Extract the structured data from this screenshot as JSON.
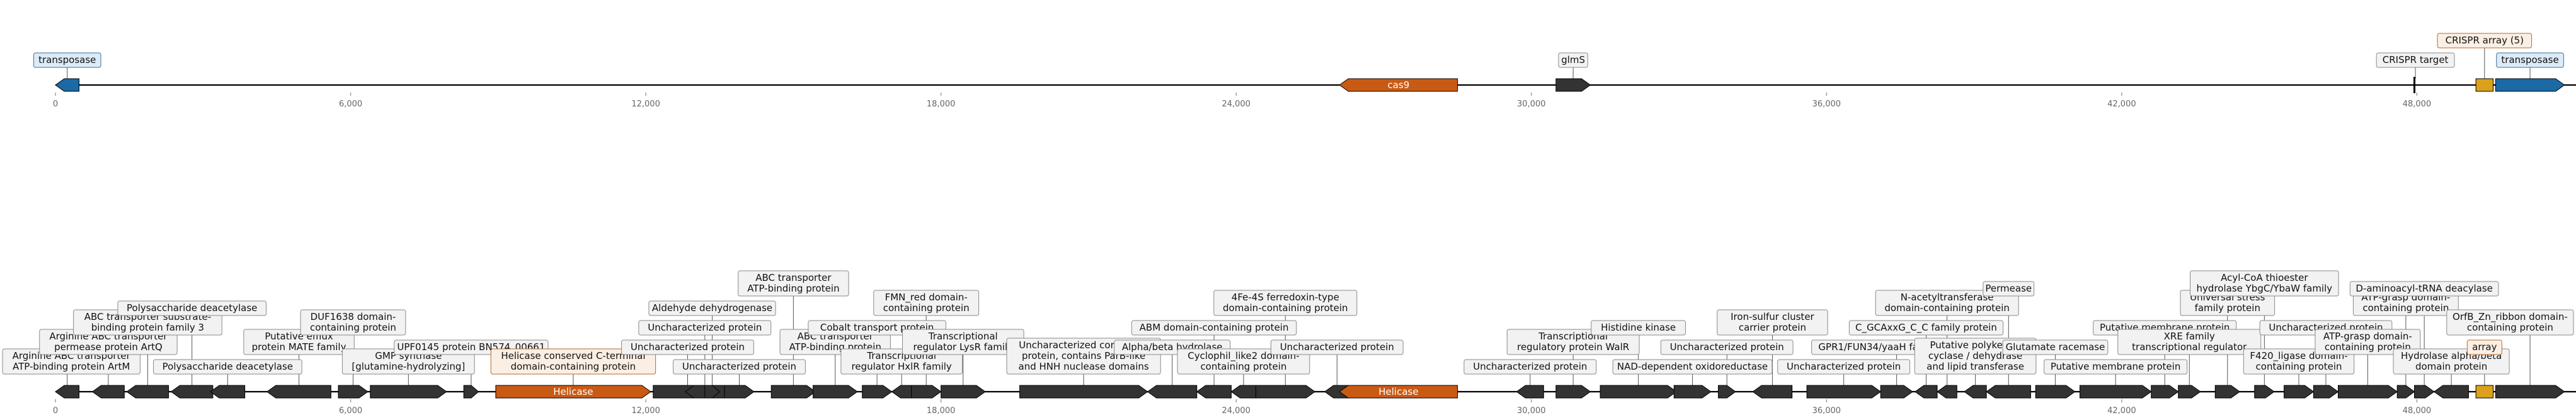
{
  "chart_data": {
    "type": "diagram",
    "axis": {
      "min": 0,
      "max": 51900,
      "ticks": [
        0,
        6000,
        12000,
        18000,
        24000,
        30000,
        36000,
        42000,
        48000
      ]
    },
    "colors": {
      "dark": "#333333",
      "orange": "#c95a14",
      "blue": "#1b6aa5",
      "gold": "#dba11c",
      "tick": "#888888"
    },
    "tracks": [
      {
        "features": [
          {
            "start": 0,
            "end": 480,
            "strand": -1,
            "color": "blue",
            "label": "transposase",
            "box": "blue"
          },
          {
            "start": 26100,
            "end": 28500,
            "strand": -1,
            "color": "orange",
            "inner": "cas9"
          },
          {
            "start": 30500,
            "end": 31200,
            "strand": 1,
            "color": "dark",
            "label": "glmS"
          },
          {
            "start": 47950,
            "end": 47990,
            "strand": 0,
            "color": "dark",
            "kind": "mark",
            "label": "CRISPR target"
          },
          {
            "start": 49200,
            "end": 49550,
            "strand": 0,
            "color": "gold",
            "kind": "block",
            "label": "CRISPR array (5)",
            "box": "orange"
          },
          {
            "start": 49600,
            "end": 51000,
            "strand": 1,
            "color": "blue",
            "label": "transposase",
            "box": "blue"
          }
        ]
      },
      {
        "features": [
          {
            "start": 0,
            "end": 480,
            "strand": -1,
            "color": "dark",
            "label": "Arginine ABC transporter\nATP-binding protein ArtM"
          },
          {
            "start": 750,
            "end": 1400,
            "strand": -1,
            "color": "dark",
            "label": "Arginine ABC transporter\npermease protein ArtQ"
          },
          {
            "start": 1450,
            "end": 2300,
            "strand": -1,
            "color": "dark",
            "label": "ABC transporter substrate-\nbinding protein family 3"
          },
          {
            "start": 2350,
            "end": 3200,
            "strand": -1,
            "color": "dark",
            "label": "Polysaccharide deacetylase"
          },
          {
            "start": 3150,
            "end": 3850,
            "strand": -1,
            "color": "dark",
            "label": "Polysaccharide deacetylase"
          },
          {
            "start": 4300,
            "end": 5600,
            "strand": -1,
            "color": "dark",
            "label": "Putative efflux\nprotein MATE family"
          },
          {
            "start": 5750,
            "end": 6350,
            "strand": 1,
            "color": "dark",
            "label": "DUF1638 domain-\ncontaining protein"
          },
          {
            "start": 6400,
            "end": 7950,
            "strand": 1,
            "color": "dark",
            "label": "GMP synthase\n[glutamine-hydrolyzing]"
          },
          {
            "start": 8300,
            "end": 8600,
            "strand": 1,
            "color": "dark",
            "label": "UPF0145 protein BN574_00661"
          },
          {
            "start": 8950,
            "end": 12100,
            "strand": 1,
            "color": "orange",
            "inner": "Helicase",
            "label": "Helicase conserved C-terminal\ndomain-containing protein",
            "box": "orange"
          },
          {
            "start": 12150,
            "end": 13550,
            "strand": 1,
            "color": "dark",
            "label": "Uncharacterized protein"
          },
          {
            "start": 12800,
            "end": 13600,
            "strand": -1,
            "color": "dark",
            "label": "Uncharacterized protein"
          },
          {
            "start": 13600,
            "end": 14200,
            "strand": 1,
            "color": "dark",
            "label": "Uncharacterized protein"
          },
          {
            "start": 13200,
            "end": 13500,
            "strand": 1,
            "color": "dark",
            "label": "Aldehyde dehydrogenase"
          },
          {
            "start": 14550,
            "end": 15450,
            "strand": 1,
            "color": "dark",
            "label": "ABC transporter\nATP-binding protein"
          },
          {
            "start": 15400,
            "end": 16300,
            "strand": 1,
            "color": "dark",
            "label": "ABC transporter\nATP-binding protein"
          },
          {
            "start": 16400,
            "end": 17000,
            "strand": 1,
            "color": "dark",
            "label": "Cobalt transport protein"
          },
          {
            "start": 17000,
            "end": 17400,
            "strand": -1,
            "color": "dark",
            "label": "Transcriptional\nregulator HxlR family"
          },
          {
            "start": 17400,
            "end": 18000,
            "strand": 1,
            "color": "dark",
            "label": "FMN_red domain-\ncontaining protein"
          },
          {
            "start": 18000,
            "end": 18900,
            "strand": 1,
            "color": "dark",
            "label": "Transcriptional\nregulator LysR family"
          },
          {
            "start": 19600,
            "end": 22200,
            "strand": 1,
            "color": "dark",
            "label": "Uncharacterized conserved\nprotein, contains ParB-like\nand HNH nuclease domains"
          },
          {
            "start": 22200,
            "end": 23200,
            "strand": -1,
            "color": "dark",
            "label": "Alpha/beta hydrolase"
          },
          {
            "start": 23200,
            "end": 23900,
            "strand": -1,
            "color": "dark",
            "label": "ABM domain-containing protein"
          },
          {
            "start": 23900,
            "end": 24400,
            "strand": -1,
            "color": "dark",
            "label": "Cyclophil_like2 domain-\ncontaining protein"
          },
          {
            "start": 24400,
            "end": 25600,
            "strand": 1,
            "color": "dark",
            "label": "4Fe-4S ferredoxin-type\ndomain-containing protein"
          },
          {
            "start": 25800,
            "end": 26300,
            "strand": -1,
            "color": "dark",
            "label": "Uncharacterized protein"
          },
          {
            "start": 26100,
            "end": 28500,
            "strand": -1,
            "color": "orange",
            "inner": "Helicase"
          },
          {
            "start": 29700,
            "end": 30250,
            "strand": -1,
            "color": "dark",
            "label": "Uncharacterized protein"
          },
          {
            "start": 30500,
            "end": 31200,
            "strand": 1,
            "color": "dark",
            "label": "Transcriptional\nregulatory protein WalR"
          },
          {
            "start": 31400,
            "end": 32950,
            "strand": 1,
            "color": "dark",
            "label": "Histidine kinase"
          },
          {
            "start": 32900,
            "end": 33650,
            "strand": 1,
            "color": "dark",
            "label": "NAD-dependent oxidoreductase"
          },
          {
            "start": 33800,
            "end": 34150,
            "strand": 1,
            "color": "dark",
            "label": "Uncharacterized protein"
          },
          {
            "start": 34500,
            "end": 35300,
            "strand": -1,
            "color": "dark",
            "label": "Iron-sulfur cluster\ncarrier protein"
          },
          {
            "start": 35600,
            "end": 37100,
            "strand": 1,
            "color": "dark",
            "label": "Uncharacterized protein"
          },
          {
            "start": 37100,
            "end": 37750,
            "strand": 1,
            "color": "dark",
            "label": "GPR1/FUN34/yaaH family protein"
          },
          {
            "start": 37800,
            "end": 38250,
            "strand": -1,
            "color": "dark",
            "label": "C_GCAxxG_C_C family protein"
          },
          {
            "start": 38250,
            "end": 38650,
            "strand": -1,
            "color": "dark",
            "label": "N-acetyltransferase\ndomain-containing protein"
          },
          {
            "start": 38800,
            "end": 39250,
            "strand": -1,
            "color": "dark",
            "label": "Putative polyketide\ncyclase / dehydrase\nand lipid transferase"
          },
          {
            "start": 39250,
            "end": 40150,
            "strand": -1,
            "color": "dark",
            "label": "Permease"
          },
          {
            "start": 40250,
            "end": 41050,
            "strand": 1,
            "color": "dark",
            "label": "Glutamate racemase"
          },
          {
            "start": 41150,
            "end": 42600,
            "strand": 1,
            "color": "dark",
            "label": "Putative membrane protein"
          },
          {
            "start": 42600,
            "end": 43150,
            "strand": 1,
            "color": "dark",
            "label": "Putative membrane protein"
          },
          {
            "start": 43150,
            "end": 43600,
            "strand": 1,
            "color": "dark",
            "label": "XRE family\ntranscriptional regulator"
          },
          {
            "start": 43900,
            "end": 44400,
            "strand": 1,
            "color": "dark",
            "label": "Universal stress\nfamily protein"
          },
          {
            "start": 44700,
            "end": 45100,
            "strand": 1,
            "color": "dark",
            "label": "Acyl-CoA thioester\nhydrolase YbgC/YbaW family"
          },
          {
            "start": 45300,
            "end": 45900,
            "strand": 1,
            "color": "dark",
            "label": "F420_ligase domain-\ncontaining protein"
          },
          {
            "start": 45900,
            "end": 46400,
            "strand": 1,
            "color": "dark",
            "label": "Uncharacterized protein"
          },
          {
            "start": 46400,
            "end": 47600,
            "strand": 1,
            "color": "dark",
            "label": "ATP-grasp domain-\ncontaining protein"
          },
          {
            "start": 47600,
            "end": 47950,
            "strand": 1,
            "color": "dark",
            "label": "ATP-grasp domain-\ncontaining protein"
          },
          {
            "start": 47950,
            "end": 48350,
            "strand": 1,
            "color": "dark",
            "label": "D-aminoacyl-tRNA deacylase"
          },
          {
            "start": 48350,
            "end": 49050,
            "strand": -1,
            "color": "dark",
            "label": "Hydrolase alpha/beta\ndomain protein"
          },
          {
            "start": 49200,
            "end": 49550,
            "strand": 0,
            "color": "gold",
            "kind": "block",
            "label": "array",
            "box": "orange"
          },
          {
            "start": 49600,
            "end": 51000,
            "strand": 1,
            "color": "dark",
            "label": "OrfB_Zn_ribbon domain-\ncontaining protein"
          }
        ]
      }
    ]
  }
}
